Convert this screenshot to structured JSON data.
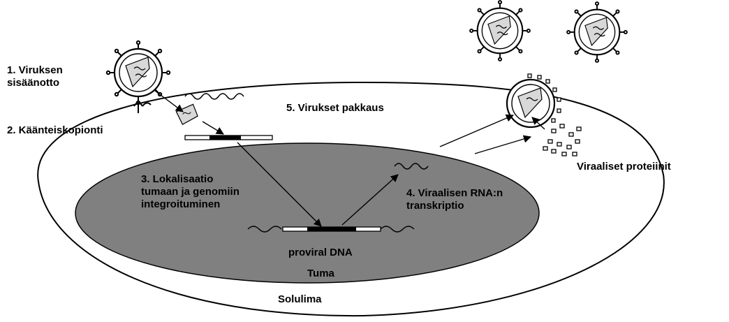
{
  "colors": {
    "background": "#ffffff",
    "nucleus_fill": "#808080",
    "line": "#000000",
    "capsid_fill": "#d8d8d8"
  },
  "labels": {
    "step1": [
      "1. Viruksen",
      "sisäänotto"
    ],
    "step2": "2. Käänteiskopionti",
    "step3": [
      "3. Lokalisaatio",
      "tumaan ja genomiin",
      "integroituminen"
    ],
    "step4": [
      "4. Viraalisen RNA:n",
      "transkriptio"
    ],
    "step5": "5. Virukset pakkaus",
    "viral_proteins": "Viraaliset proteiinit",
    "proviral_dna": "proviral DNA",
    "nucleus": "Tuma",
    "cytoplasm": "Solulima"
  },
  "icons": {
    "virion": "virus-particle-icon",
    "receptor": "receptor-icon",
    "capsid": "capsid-icon",
    "protein_fragments": "protein-fragments-icon"
  }
}
